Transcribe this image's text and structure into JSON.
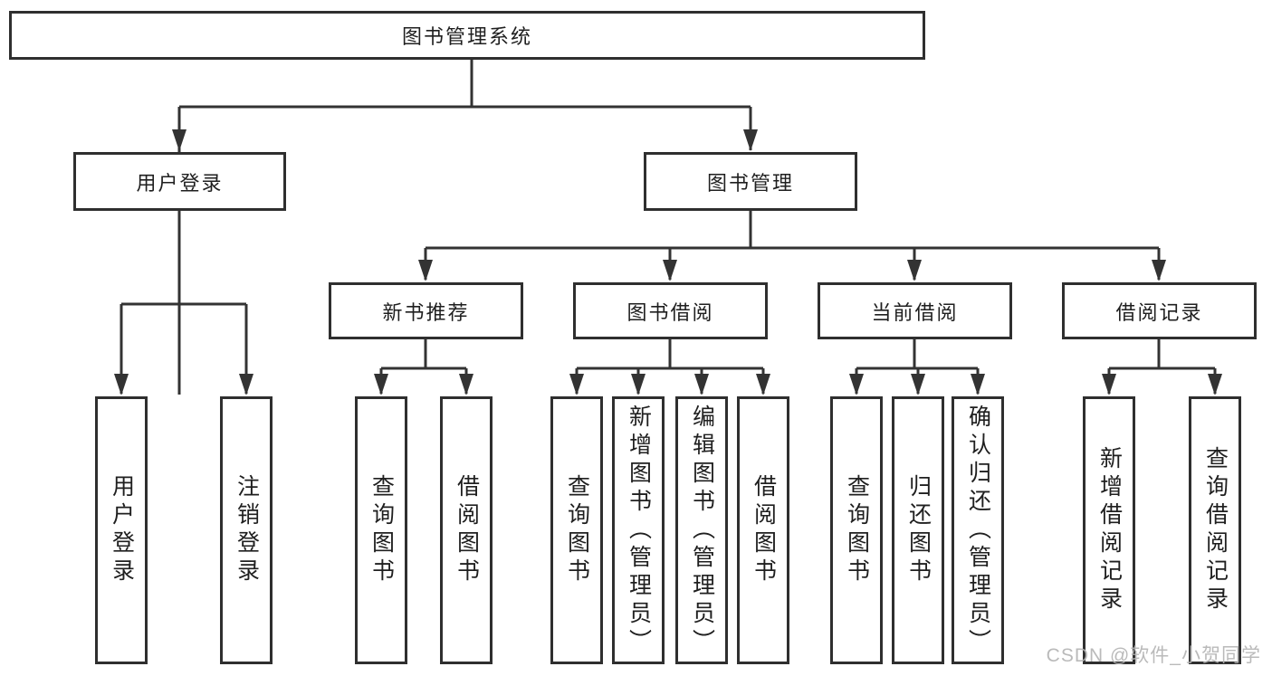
{
  "nodes": {
    "root": {
      "label": "图书管理系统"
    },
    "user_login": {
      "label": "用户登录"
    },
    "book_mgmt": {
      "label": "图书管理"
    },
    "new_book_rec": {
      "label": "新书推荐"
    },
    "book_borrow": {
      "label": "图书借阅"
    },
    "current_borrow": {
      "label": "当前借阅"
    },
    "borrow_record": {
      "label": "借阅记录"
    },
    "leaf_user_login": {
      "label": "用户登录"
    },
    "leaf_logout": {
      "label": "注销登录"
    },
    "leaf_query_book_new": {
      "label": "查询图书"
    },
    "leaf_borrow_book_new": {
      "label": "借阅图书"
    },
    "leaf_query_book_borrow": {
      "label": "查询图书"
    },
    "leaf_add_book": {
      "label": "新增图书（管理员）"
    },
    "leaf_edit_book": {
      "label": "编辑图书（管理员）"
    },
    "leaf_borrow_book_borrow": {
      "label": "借阅图书"
    },
    "leaf_query_book_current": {
      "label": "查询图书"
    },
    "leaf_return_book": {
      "label": "归还图书"
    },
    "leaf_confirm_return": {
      "label": "确认归还（管理员）"
    },
    "leaf_add_borrow_record": {
      "label": "新增借阅记录"
    },
    "leaf_query_borrow_record": {
      "label": "查询借阅记录"
    }
  },
  "watermark": "CSDN @软件_小贺同学",
  "colors": {
    "line": "#333333",
    "border": "#2f2f2f",
    "text": "#1f1f1f",
    "watermark": "#b3b3b3",
    "background": "#ffffff"
  }
}
